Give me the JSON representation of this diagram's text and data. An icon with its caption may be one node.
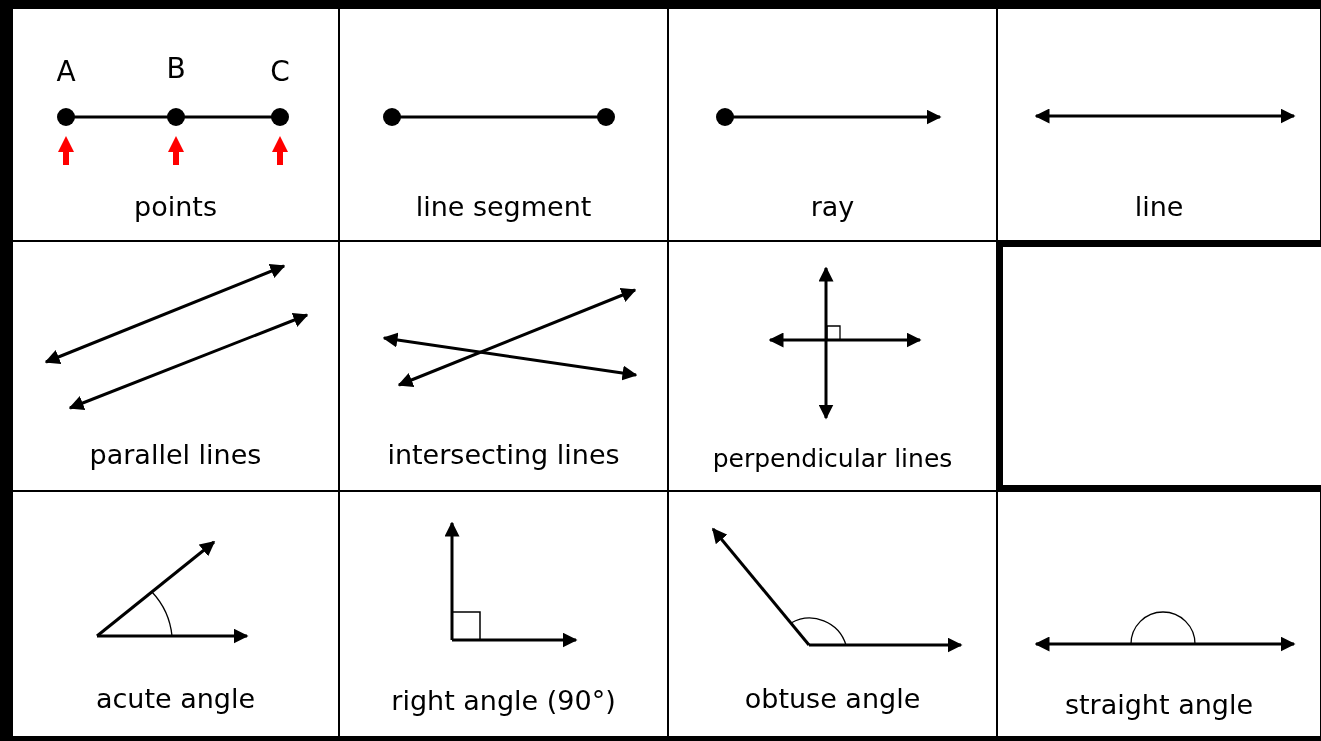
{
  "diagram": {
    "nodes": [
      {
        "text": [
          "points"
        ]
      },
      {
        "text": [
          "line segment"
        ]
      },
      {
        "text": [
          "ray"
        ]
      },
      {
        "text": [
          "line"
        ]
      },
      {
        "text": [
          "parallel lines"
        ]
      },
      {
        "text": [
          "intersecting lines"
        ]
      },
      {
        "text": [
          "perpendicular lines"
        ]
      },
      {
        "text": [],
        "shape": "box"
      },
      {
        "text": [
          "acute angle"
        ]
      },
      {
        "text": [
          "right angle (90°)"
        ]
      },
      {
        "text": [
          "obtuse angle"
        ]
      },
      {
        "text": [
          "straight angle"
        ]
      }
    ],
    "labels": [
      "A",
      "B",
      "C"
    ]
  }
}
